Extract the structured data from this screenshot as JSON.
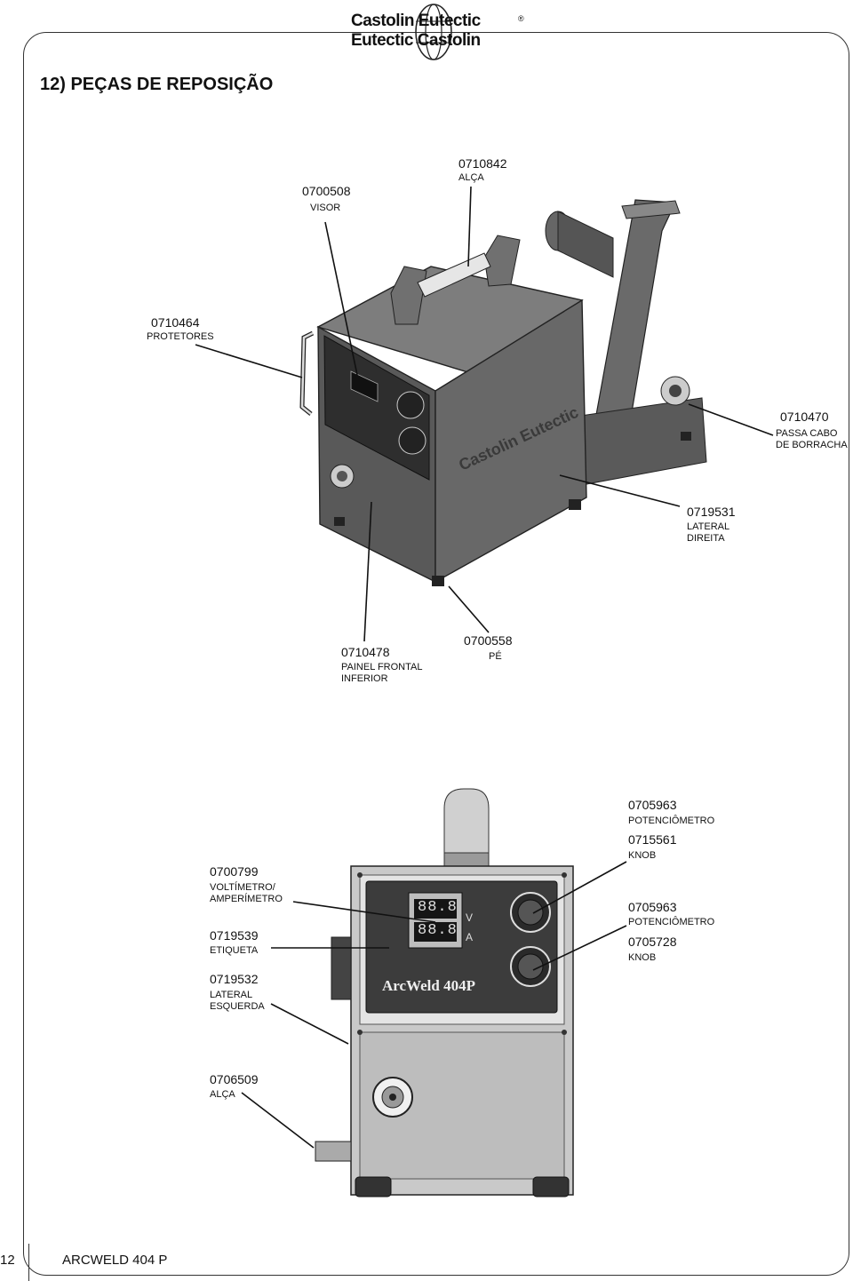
{
  "logo": {
    "line1": "Castolin Eutectic",
    "line2": "Eutectic Castolin",
    "registered": "®"
  },
  "page_title": "12) PEÇAS DE REPOSIÇÃO",
  "parts_top": [
    {
      "code": "0700508",
      "desc": "VISOR"
    },
    {
      "code": "0710842",
      "desc": "ALÇA"
    },
    {
      "code": "0710464",
      "desc": "PROTETORES"
    },
    {
      "code": "0710470",
      "desc": "PASSA CABO\nDE BORRACHA"
    },
    {
      "code": "0719531",
      "desc": "LATERAL\nDIREITA"
    },
    {
      "code": "0710478",
      "desc": "PAINEL FRONTAL\nINFERIOR"
    },
    {
      "code": "0700558",
      "desc": "PÉ"
    }
  ],
  "parts_bottom": [
    {
      "code": "0700799",
      "desc": "VOLTÍMETRO/\nAMPERÍMETRO"
    },
    {
      "code": "0719539",
      "desc": "ETIQUETA"
    },
    {
      "code": "0719532",
      "desc": "LATERAL\nESQUERDA"
    },
    {
      "code": "0706509",
      "desc": "ALÇA"
    },
    {
      "code": "0705963",
      "desc": "POTENCIÔMETRO"
    },
    {
      "code": "0715561",
      "desc": "KNOB"
    },
    {
      "code": "0705963",
      "desc": "POTENCIÔMETRO"
    },
    {
      "code": "0705728",
      "desc": "KNOB"
    }
  ],
  "machine_label": "ArcWeld 404P",
  "front_panel": {
    "display_top": "88.8",
    "display_bottom": "88.8",
    "unit_v": "V",
    "unit_a": "A"
  },
  "footer": {
    "page_number": "12",
    "doc_title": "ARCWELD 404 P"
  }
}
